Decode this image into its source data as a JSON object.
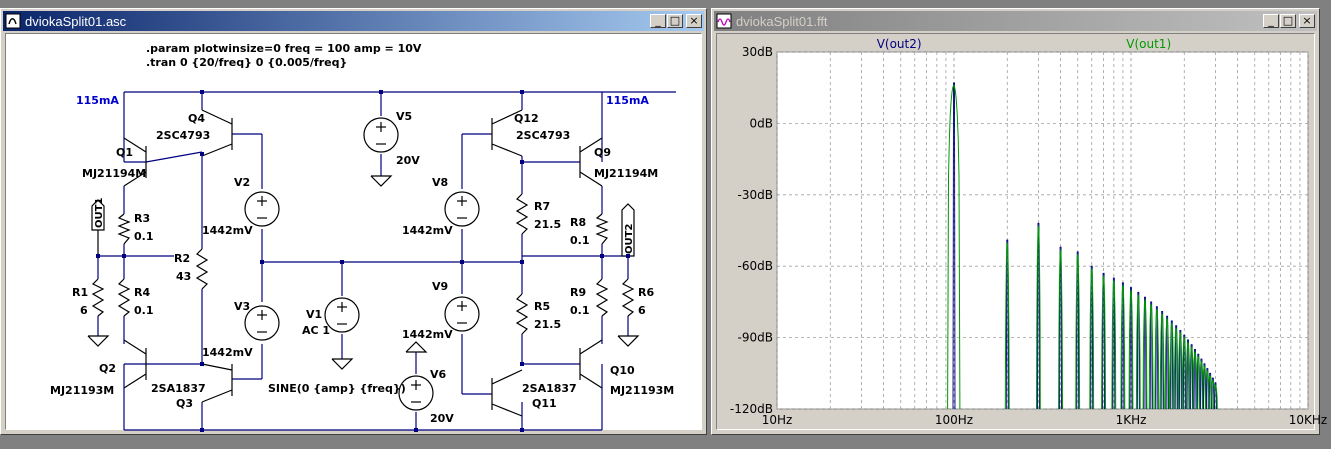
{
  "schematic_window": {
    "title": "dviokaSplit01.asc",
    "buttons": {
      "minimize": "_",
      "maximize": "□",
      "close": "×"
    },
    "directives": [
      ".param plotwinsize=0 freq = 100 amp = 10V",
      ".tran 0 {20/freq} 0 {0.005/freq}"
    ],
    "labels": {
      "cur_left": "115mA",
      "cur_right": "115mA",
      "q1": "Q1",
      "q1_model": "MJ21194M",
      "q2": "Q2",
      "q2_model": "MJ21193M",
      "q3": "Q3",
      "q3_model": "2SA1837",
      "q4": "Q4",
      "q4_model": "2SC4793",
      "q9": "Q9",
      "q9_model": "MJ21194M",
      "q10": "Q10",
      "q10_model": "MJ21193M",
      "q11": "Q11",
      "q11_model": "2SA1837",
      "q12": "Q12",
      "q12_model": "2SC4793",
      "r1": "R1",
      "r1_val": "6",
      "r2": "R2",
      "r2_val": "43",
      "r3": "R3",
      "r3_val": "0.1",
      "r4": "R4",
      "r4_val": "0.1",
      "r5": "R5",
      "r5_val": "21.5",
      "r6": "R6",
      "r6_val": "6",
      "r7": "R7",
      "r7_val": "21.5",
      "r8": "R8",
      "r8_val": "0.1",
      "r9": "R9",
      "r9_val": "0.1",
      "v1": "V1",
      "v1_val": "AC 1",
      "v2": "V2",
      "v2_val": "1442mV",
      "v3": "V3",
      "v3_val": "1442mV",
      "v5": "V5",
      "v5_val": "20V",
      "v6": "V6",
      "v6_val": "20V",
      "v8": "V8",
      "v8_val": "1442mV",
      "v9": "V9",
      "v9_val": "1442mV",
      "sine": "SINE(0 {amp} {freq})",
      "out1": "OUT1",
      "out2": "OUT2"
    }
  },
  "fft_window": {
    "title": "dviokaSplit01.fft",
    "buttons": {
      "minimize": "_",
      "maximize": "□",
      "close": "×"
    }
  },
  "chart_data": {
    "type": "line",
    "xscale": "log",
    "xlim": [
      10,
      10000
    ],
    "ylim": [
      -120,
      30
    ],
    "x_ticks": [
      10,
      100,
      1000,
      10000
    ],
    "x_tick_labels": [
      "10Hz",
      "100Hz",
      "1KHz",
      "10KHz"
    ],
    "y_ticks": [
      30,
      0,
      -30,
      -60,
      -90,
      -120
    ],
    "y_tick_labels": [
      "30dB",
      "0dB",
      "-30dB",
      "-60dB",
      "-90dB",
      "-120dB"
    ],
    "grid": true,
    "legend": "top",
    "series": [
      {
        "name": "V(out2)",
        "color": "#000080"
      },
      {
        "name": "V(out1)",
        "color": "#009900"
      }
    ],
    "harmonics": {
      "x": [
        100,
        200,
        300,
        400,
        500,
        600,
        700,
        800,
        900,
        1000,
        1100,
        1200,
        1300,
        1400,
        1500,
        1600,
        1700,
        1800,
        1900,
        2000,
        2100,
        2200,
        2300,
        2400,
        2500,
        2600,
        2700,
        2800,
        2900,
        3000
      ],
      "y": [
        16,
        -50,
        -43,
        -53,
        -55,
        -61,
        -64,
        -66,
        -68,
        -70,
        -72,
        -74,
        -76,
        -78,
        -80,
        -82,
        -84,
        -86,
        -88,
        -90,
        -92,
        -94,
        -96,
        -98,
        -100,
        -102,
        -104,
        -106,
        -108,
        -110
      ]
    }
  }
}
